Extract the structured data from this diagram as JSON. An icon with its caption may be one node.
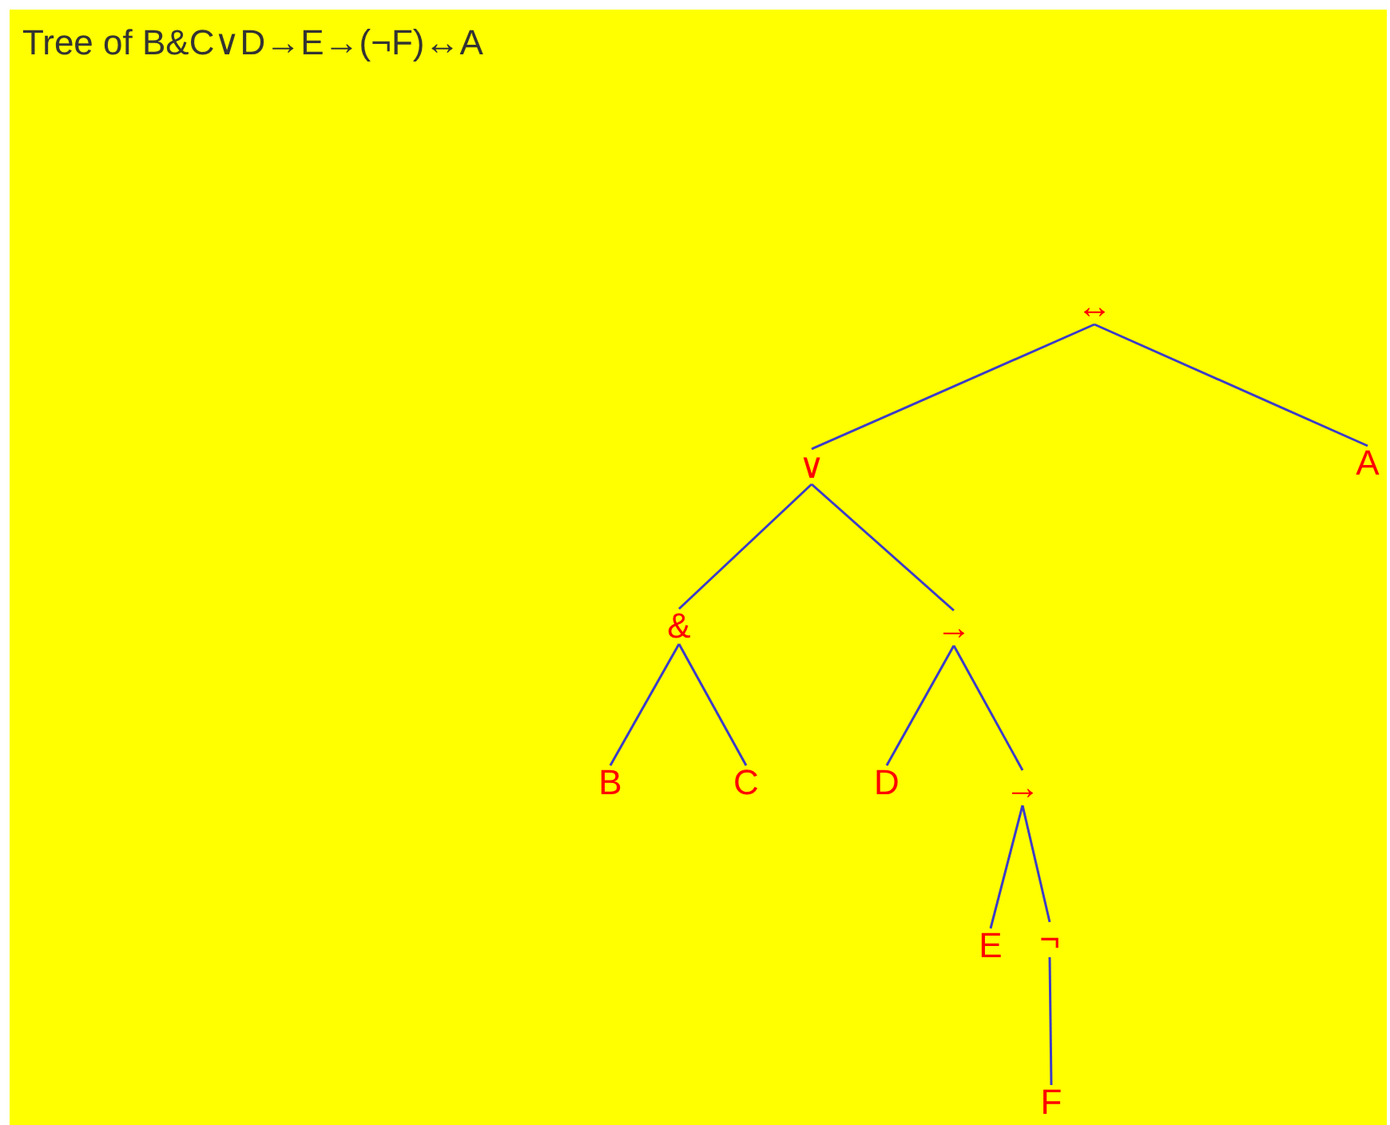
{
  "diagram": {
    "title": "Tree of B&C∨D→E→(¬F)↔A",
    "nodes": [
      {
        "text": [
          "↔"
        ]
      },
      {
        "text": [
          "∨"
        ]
      },
      {
        "text": [
          "A"
        ]
      },
      {
        "text": [
          "&"
        ]
      },
      {
        "text": [
          "→"
        ]
      },
      {
        "text": [
          "B"
        ]
      },
      {
        "text": [
          "C"
        ]
      },
      {
        "text": [
          "D"
        ]
      },
      {
        "text": [
          "→"
        ]
      },
      {
        "text": [
          "E"
        ]
      },
      {
        "text": [
          "¬"
        ]
      },
      {
        "text": [
          "F"
        ]
      }
    ],
    "edges": [
      {
        "from": 0,
        "to": 1,
        "arrow": "none"
      },
      {
        "from": 0,
        "to": 2,
        "arrow": "none"
      },
      {
        "from": 1,
        "to": 3,
        "arrow": "none"
      },
      {
        "from": 1,
        "to": 4,
        "arrow": "none"
      },
      {
        "from": 3,
        "to": 5,
        "arrow": "none"
      },
      {
        "from": 3,
        "to": 6,
        "arrow": "none"
      },
      {
        "from": 4,
        "to": 7,
        "arrow": "none"
      },
      {
        "from": 4,
        "to": 8,
        "arrow": "none"
      },
      {
        "from": 8,
        "to": 9,
        "arrow": "none"
      },
      {
        "from": 8,
        "to": 10,
        "arrow": "none"
      },
      {
        "from": 10,
        "to": 11,
        "arrow": "none"
      }
    ]
  }
}
